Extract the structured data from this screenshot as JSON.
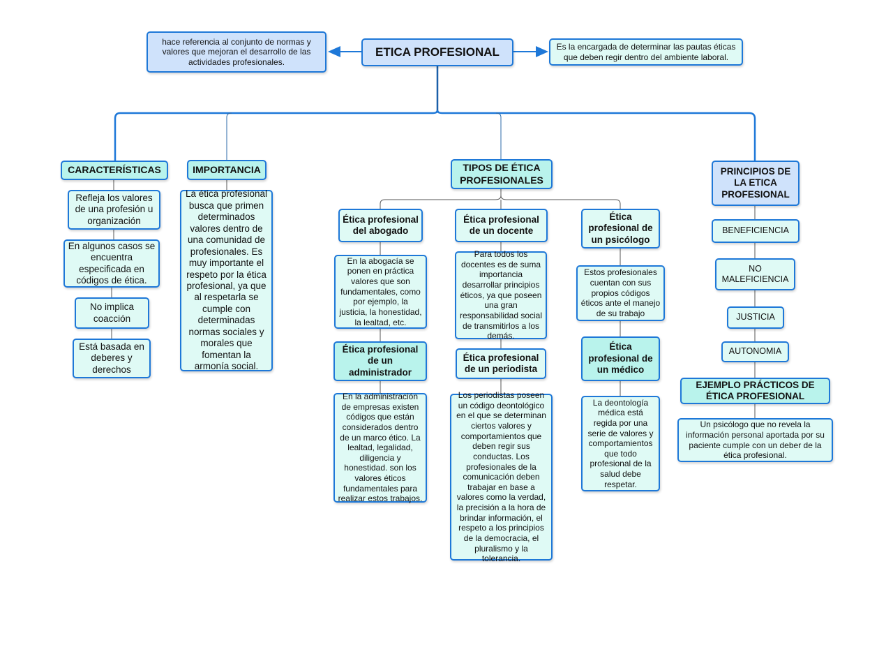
{
  "root": {
    "title": "ETICA PROFESIONAL",
    "definition": "hace referencia al conjunto de normas y valores que mejoran el desarrollo de las actividades profesionales.",
    "purpose": "Es la encargada de determinar las pautas éticas que deben regir dentro del ambiente laboral."
  },
  "caracteristicas": {
    "title": "CARACTERÍSTICAS",
    "items": [
      "Refleja los valores de una profesión u organización",
      "En algunos casos se encuentra especificada en códigos de ética.",
      "No implica coacción",
      "Está basada en deberes y derechos"
    ]
  },
  "importancia": {
    "title": "IMPORTANCIA",
    "text": "La ética profesional busca que primen determinados valores dentro de una comunidad de profesionales. Es muy importante el respeto por la ética profesional, ya que al respetarla se cumple con determinadas normas sociales y morales que fomentan la armonía social."
  },
  "tipos": {
    "title": "TIPOS DE ÉTICA PROFESIONALES",
    "abogado": {
      "title": "Ética profesional del abogado",
      "text": "En la abogacía se ponen en práctica valores que son fundamentales, como por ejemplo, la justicia, la honestidad, la lealtad, etc."
    },
    "administrador": {
      "title": "Ética profesional de un administrador",
      "text": "En la administración de empresas existen códigos que están considerados dentro de un marco ético. La lealtad, legalidad, diligencia y honestidad. son los valores éticos fundamentales para realizar estos trabajos."
    },
    "docente": {
      "title": "Ética profesional de un docente",
      "text": "Para todos los docentes es de suma importancia desarrollar principios éticos, ya que poseen una gran responsabilidad social de transmitirlos a los demás."
    },
    "periodista": {
      "title": "Ética profesional de un periodista",
      "text": "Los periodistas poseen un código deontológico en el que se determinan ciertos valores y comportamientos que deben regir sus conductas. Los profesionales de la comunicación deben trabajar en base a valores como la verdad, la precisión a la hora de brindar información, el respeto a los principios de la democracia, el pluralismo y la tolerancia."
    },
    "psicologo": {
      "title": "Ética profesional de un psicólogo",
      "text": "Estos profesionales cuentan con sus propios códigos éticos ante el manejo de su trabajo"
    },
    "medico": {
      "title": "Ética profesional de un médico",
      "text": "La deontología médica está regida por una serie de valores y comportamientos que todo profesional de la salud debe respetar."
    }
  },
  "principios": {
    "title": "PRINCIPIOS DE LA ETICA PROFESIONAL",
    "items": [
      "BENEFICIENCIA",
      "NO MALEFICIENCIA",
      "JUSTICIA",
      "AUTONOMIA"
    ],
    "ejemplo_title": "EJEMPLO PRÁCTICOS DE ÉTICA PROFESIONAL",
    "ejemplo_text": "Un psicólogo que no revela la información personal aportada por su paciente cumple con un deber de la ética profesional."
  },
  "colors": {
    "border": "#1e78d8",
    "blue_fill": "#cfe2fb",
    "cyan_fill": "#b9f3ec",
    "pale_fill": "#dffaf5",
    "connector": "#1a5fa8"
  }
}
